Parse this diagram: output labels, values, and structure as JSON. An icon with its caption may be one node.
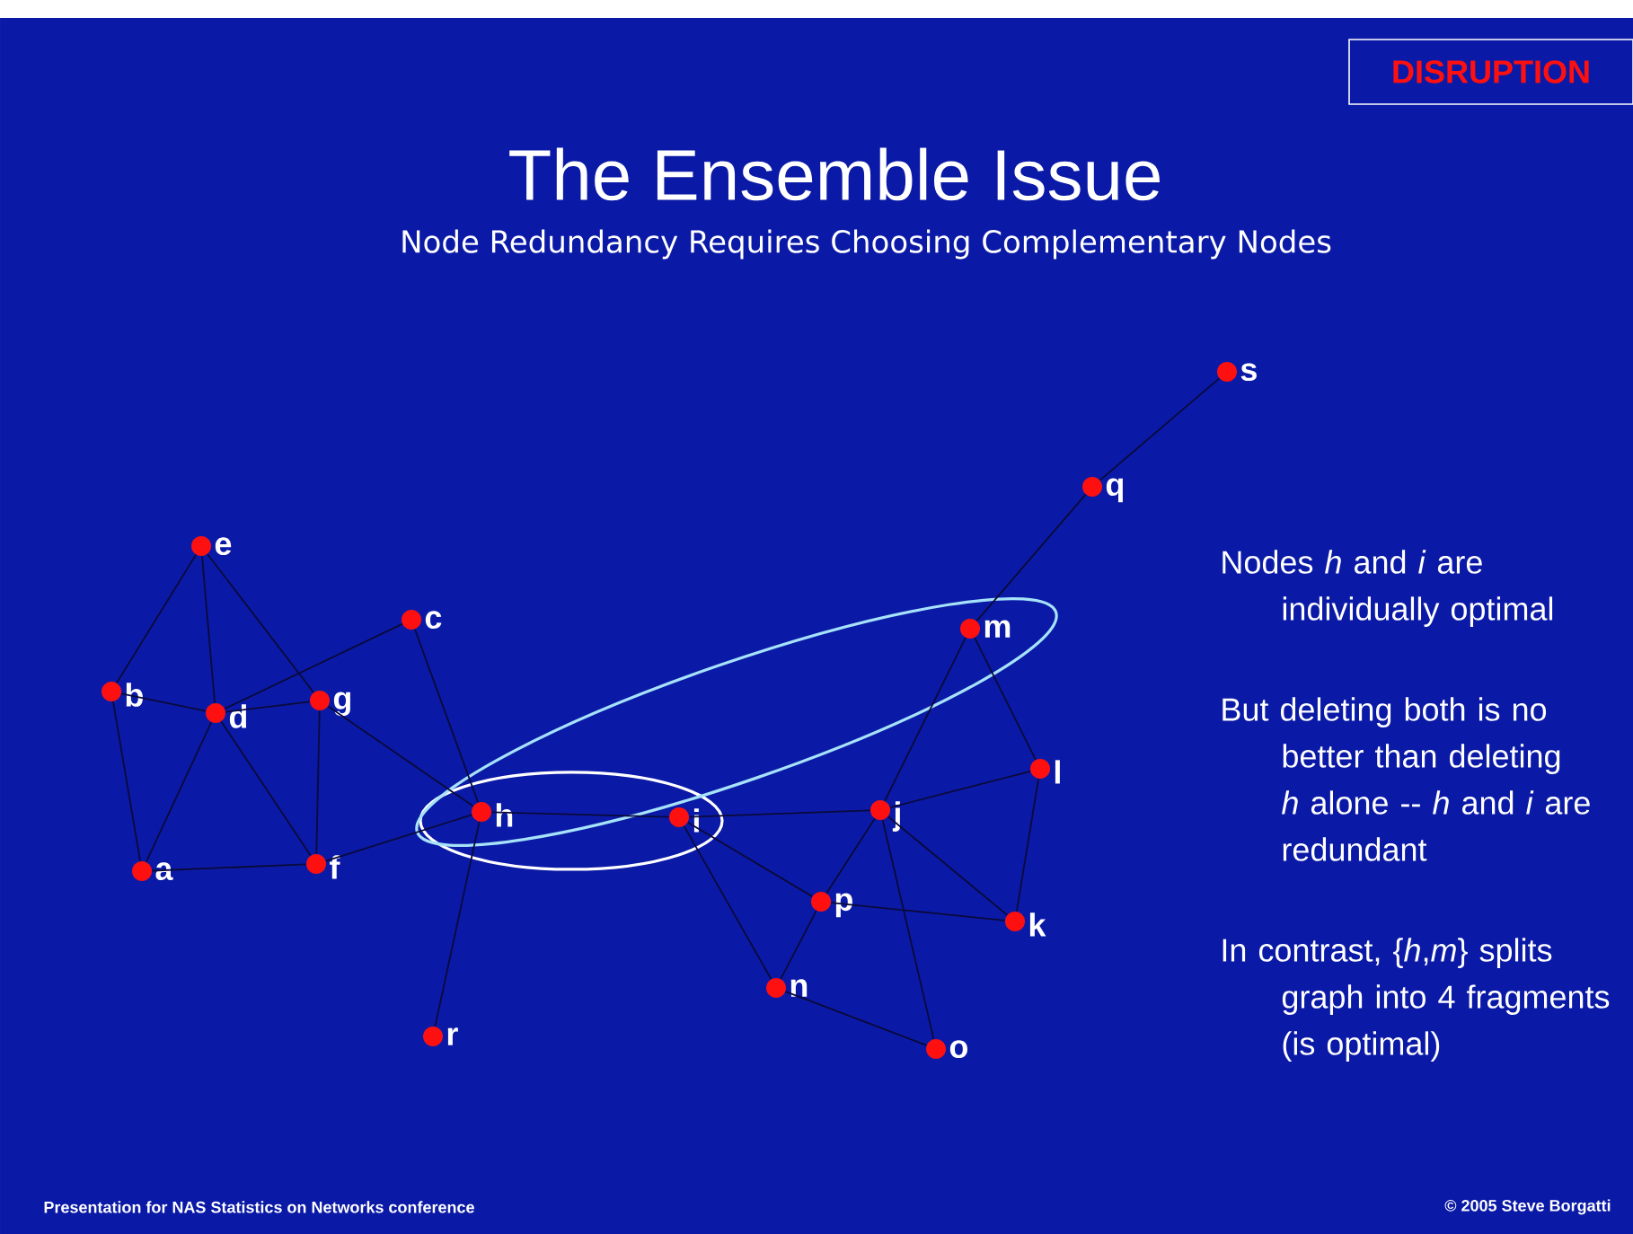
{
  "diagram": {
    "title": "The Ensemble Issue",
    "nodes": [
      {
        "text": [
          "a"
        ]
      },
      {
        "text": [
          "b"
        ]
      },
      {
        "text": [
          "c"
        ]
      },
      {
        "text": [
          "d"
        ]
      },
      {
        "text": [
          "e"
        ]
      },
      {
        "text": [
          "f"
        ]
      },
      {
        "text": [
          "g"
        ]
      },
      {
        "text": [
          "h"
        ]
      },
      {
        "text": [
          "i"
        ]
      },
      {
        "text": [
          "j"
        ]
      },
      {
        "text": [
          "k"
        ]
      },
      {
        "text": [
          "l"
        ]
      },
      {
        "text": [
          "m"
        ]
      },
      {
        "text": [
          "n"
        ]
      },
      {
        "text": [
          "o"
        ]
      },
      {
        "text": [
          "p"
        ]
      },
      {
        "text": [
          "q"
        ]
      },
      {
        "text": [
          "r"
        ]
      },
      {
        "text": [
          "s"
        ]
      },
      {
        "text": [
          "DISRUPTION"
        ]
      }
    ],
    "edges": [
      {
        "from": 4,
        "to": 1,
        "arrow": "none"
      },
      {
        "from": 4,
        "to": 3,
        "arrow": "none"
      },
      {
        "from": 4,
        "to": 6,
        "arrow": "none"
      },
      {
        "from": 1,
        "to": 3,
        "arrow": "none"
      },
      {
        "from": 3,
        "to": 6,
        "arrow": "none"
      },
      {
        "from": 2,
        "to": 3,
        "arrow": "none"
      },
      {
        "from": 1,
        "to": 0,
        "arrow": "none"
      },
      {
        "from": 3,
        "to": 0,
        "arrow": "none"
      },
      {
        "from": 3,
        "to": 5,
        "arrow": "none"
      },
      {
        "from": 6,
        "to": 5,
        "arrow": "none"
      },
      {
        "from": 0,
        "to": 5,
        "arrow": "none"
      },
      {
        "from": 6,
        "to": 7,
        "arrow": "none"
      },
      {
        "from": 2,
        "to": 7,
        "arrow": "none"
      },
      {
        "from": 5,
        "to": 7,
        "arrow": "none"
      },
      {
        "from": 7,
        "to": 17,
        "arrow": "none"
      },
      {
        "from": 7,
        "to": 8,
        "arrow": "none"
      },
      {
        "from": 8,
        "to": 9,
        "arrow": "none"
      },
      {
        "from": 8,
        "to": 15,
        "arrow": "none"
      },
      {
        "from": 8,
        "to": 13,
        "arrow": "none"
      },
      {
        "from": 9,
        "to": 12,
        "arrow": "none"
      },
      {
        "from": 12,
        "to": 16,
        "arrow": "none"
      },
      {
        "from": 16,
        "to": 18,
        "arrow": "none"
      },
      {
        "from": 12,
        "to": 11,
        "arrow": "none"
      },
      {
        "from": 9,
        "to": 11,
        "arrow": "none"
      },
      {
        "from": 9,
        "to": 15,
        "arrow": "none"
      },
      {
        "from": 9,
        "to": 10,
        "arrow": "none"
      },
      {
        "from": 9,
        "to": 14,
        "arrow": "none"
      },
      {
        "from": 11,
        "to": 10,
        "arrow": "none"
      },
      {
        "from": 15,
        "to": 10,
        "arrow": "none"
      },
      {
        "from": 15,
        "to": 13,
        "arrow": "none"
      },
      {
        "from": 13,
        "to": 14,
        "arrow": "none"
      }
    ],
    "labels": [
      "Node Redundancy Requires Choosing Complementary Nodes",
      "Nodes *h* and *i* are individually optimal",
      "But deleting both is no better than deleting *h* alone -- *h* and *i* are redundant",
      "In contrast, {*h*,*m*} splits graph into 4 fragments (is optimal)",
      "Presentation for NAS Statistics on Networks conference",
      "© 2005 Steve Borgatti"
    ]
  }
}
